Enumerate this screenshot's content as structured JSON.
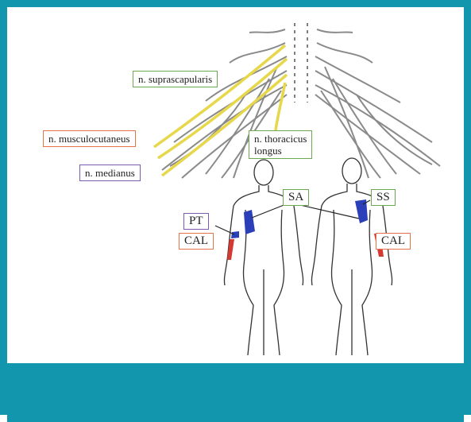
{
  "labels": {
    "suprascapularis": "n. suprascapularis",
    "musculocutaneus": "n. musculocutaneus",
    "thoracicus_1": "n. thoracicus",
    "thoracicus_2": "longus",
    "medianus": "n. medianus",
    "sa": "SA",
    "ss": "SS",
    "pt": "PT",
    "cal_left": "CAL",
    "cal_right": "CAL"
  },
  "colors": {
    "frame": "#1296ad",
    "nerve_highlight": "#e6d84a",
    "muscle_blue": "#2b3fb8",
    "muscle_red": "#d43a32",
    "green_border": "#6ba84f",
    "orange_border": "#e8734a",
    "purple_border": "#7a5bb0"
  }
}
